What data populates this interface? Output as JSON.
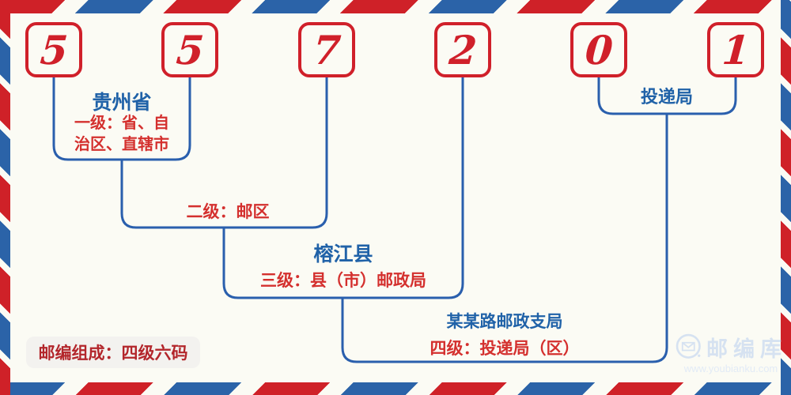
{
  "postal_code": {
    "digits": [
      "5",
      "5",
      "7",
      "2",
      "0",
      "1"
    ]
  },
  "labels": {
    "level1_name": "贵州省",
    "level1_desc_line1": "一级：省、自",
    "level1_desc_line2": "治区、直辖市",
    "level2_desc": "二级：邮区",
    "level3_name": "榕江县",
    "level3_desc": "三级：县（市）邮政局",
    "level4_name": "某某路邮政支局",
    "level4_desc": "四级：投递局（区）",
    "delivery_name": "投递局",
    "composition": "邮编组成：四级六码"
  },
  "watermark": {
    "brand": "邮编库",
    "url": "www.youbianku.com",
    "icon": "envelope-in-circle-icon"
  },
  "colors": {
    "red_accent": "#d0202a",
    "blue_accent": "#2b63a8",
    "connector_blue": "#2a5fad",
    "text_blue": "#2062a8",
    "text_red": "#d4302e",
    "composition_red": "#b3262b",
    "watermark_blue": "#d6e2f1",
    "background": "#fbfbf4"
  }
}
